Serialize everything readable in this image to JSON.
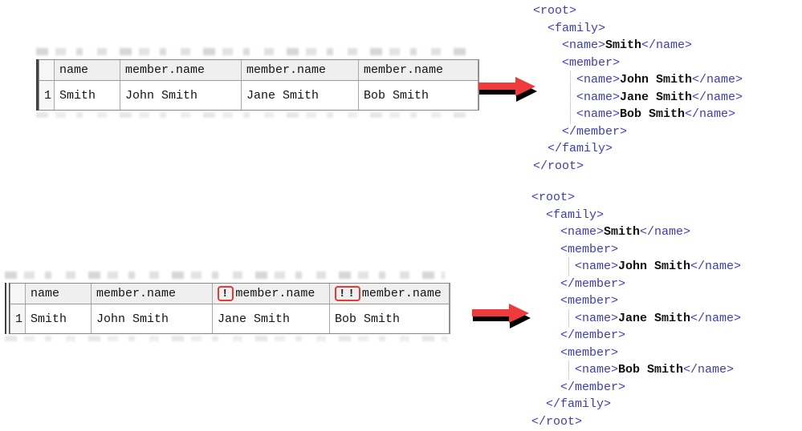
{
  "colors": {
    "xml_tag": "#3b3bc8",
    "xml_value": "#101010",
    "arrow_red": "#ef3b3b",
    "arrow_shadow": "#000000",
    "alert_red": "#e43b35",
    "table_header_bg": "#efefef"
  },
  "icons": {
    "arrow": "red-right-arrow",
    "alert_marker": "red-boxed-exclamation"
  },
  "tables": [
    {
      "row_number": "1",
      "columns": [
        {
          "header": "name",
          "alert": "",
          "value": "Smith"
        },
        {
          "header": "member.name",
          "alert": "",
          "value": "John Smith"
        },
        {
          "header": "member.name",
          "alert": "",
          "value": "Jane Smith"
        },
        {
          "header": "member.name",
          "alert": "",
          "value": "Bob Smith"
        }
      ]
    },
    {
      "row_number": "1",
      "columns": [
        {
          "header": "name",
          "alert": "",
          "value": "Smith"
        },
        {
          "header": "member.name",
          "alert": "",
          "value": "John Smith"
        },
        {
          "header": "member.name",
          "alert": "!",
          "value": "Jane Smith"
        },
        {
          "header": "member.name",
          "alert": "!!",
          "value": "Bob Smith"
        }
      ]
    }
  ],
  "xml_snippets": [
    {
      "lines": [
        {
          "i": 0,
          "g": false,
          "p": [
            {
              "k": "tag",
              "x": "<root>"
            }
          ]
        },
        {
          "i": 2,
          "g": false,
          "p": [
            {
              "k": "tag",
              "x": "<family>"
            }
          ]
        },
        {
          "i": 4,
          "g": false,
          "p": [
            {
              "k": "tag",
              "x": "<name>"
            },
            {
              "k": "val",
              "x": "Smith"
            },
            {
              "k": "tag",
              "x": "</name>"
            }
          ]
        },
        {
          "i": 4,
          "g": false,
          "p": [
            {
              "k": "tag",
              "x": "<member>"
            }
          ]
        },
        {
          "i": 6,
          "g": true,
          "p": [
            {
              "k": "tag",
              "x": "<name>"
            },
            {
              "k": "val",
              "x": "John Smith"
            },
            {
              "k": "tag",
              "x": "</name>"
            }
          ]
        },
        {
          "i": 6,
          "g": true,
          "p": [
            {
              "k": "tag",
              "x": "<name>"
            },
            {
              "k": "val",
              "x": "Jane Smith"
            },
            {
              "k": "tag",
              "x": "</name>"
            }
          ]
        },
        {
          "i": 6,
          "g": true,
          "p": [
            {
              "k": "tag",
              "x": "<name>"
            },
            {
              "k": "val",
              "x": "Bob Smith"
            },
            {
              "k": "tag",
              "x": "</name>"
            }
          ]
        },
        {
          "i": 4,
          "g": false,
          "p": [
            {
              "k": "tag",
              "x": "</member>"
            }
          ]
        },
        {
          "i": 2,
          "g": false,
          "p": [
            {
              "k": "tag",
              "x": "</family>"
            }
          ]
        },
        {
          "i": 0,
          "g": false,
          "p": [
            {
              "k": "tag",
              "x": "</root>"
            }
          ]
        }
      ]
    },
    {
      "lines": [
        {
          "i": 0,
          "g": false,
          "p": [
            {
              "k": "tag",
              "x": "<root>"
            }
          ]
        },
        {
          "i": 2,
          "g": false,
          "p": [
            {
              "k": "tag",
              "x": "<family>"
            }
          ]
        },
        {
          "i": 4,
          "g": false,
          "p": [
            {
              "k": "tag",
              "x": "<name>"
            },
            {
              "k": "val",
              "x": "Smith"
            },
            {
              "k": "tag",
              "x": "</name>"
            }
          ]
        },
        {
          "i": 4,
          "g": false,
          "p": [
            {
              "k": "tag",
              "x": "<member>"
            }
          ]
        },
        {
          "i": 6,
          "g": true,
          "p": [
            {
              "k": "tag",
              "x": "<name>"
            },
            {
              "k": "val",
              "x": "John Smith"
            },
            {
              "k": "tag",
              "x": "</name>"
            }
          ]
        },
        {
          "i": 4,
          "g": false,
          "p": [
            {
              "k": "tag",
              "x": "</member>"
            }
          ]
        },
        {
          "i": 4,
          "g": false,
          "p": [
            {
              "k": "tag",
              "x": "<member>"
            }
          ]
        },
        {
          "i": 6,
          "g": true,
          "p": [
            {
              "k": "tag",
              "x": "<name>"
            },
            {
              "k": "val",
              "x": "Jane Smith"
            },
            {
              "k": "tag",
              "x": "</name>"
            }
          ]
        },
        {
          "i": 4,
          "g": false,
          "p": [
            {
              "k": "tag",
              "x": "</member>"
            }
          ]
        },
        {
          "i": 4,
          "g": false,
          "p": [
            {
              "k": "tag",
              "x": "<member>"
            }
          ]
        },
        {
          "i": 6,
          "g": true,
          "p": [
            {
              "k": "tag",
              "x": "<name>"
            },
            {
              "k": "val",
              "x": "Bob Smith"
            },
            {
              "k": "tag",
              "x": "</name>"
            }
          ]
        },
        {
          "i": 4,
          "g": false,
          "p": [
            {
              "k": "tag",
              "x": "</member>"
            }
          ]
        },
        {
          "i": 2,
          "g": false,
          "p": [
            {
              "k": "tag",
              "x": "</family>"
            }
          ]
        },
        {
          "i": 0,
          "g": false,
          "p": [
            {
              "k": "tag",
              "x": "</root>"
            }
          ]
        }
      ]
    }
  ]
}
